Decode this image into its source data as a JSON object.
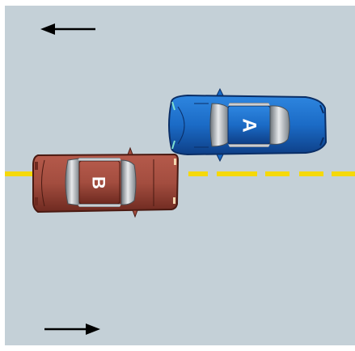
{
  "colors": {
    "road": "#C4D0D7",
    "lane_line": "#F5D90A",
    "arrow": "#000000",
    "car_a_body": "#1B6BC6",
    "car_a_dark": "#0E3F87",
    "car_b_body": "#A34D3F",
    "car_b_dark": "#6E2A20",
    "glass": "#B9BDC2",
    "glass_dark": "#50565C"
  },
  "diagram": {
    "arrows": [
      {
        "name": "top-lane-arrow",
        "direction": "left"
      },
      {
        "name": "bottom-lane-arrow",
        "direction": "right"
      }
    ],
    "vehicles": [
      {
        "name": "car-a",
        "label": "A",
        "facing": "left",
        "lane": "upper"
      },
      {
        "name": "car-b",
        "label": "B",
        "facing": "right",
        "lane": "lower"
      }
    ],
    "center_line": "dashed"
  }
}
